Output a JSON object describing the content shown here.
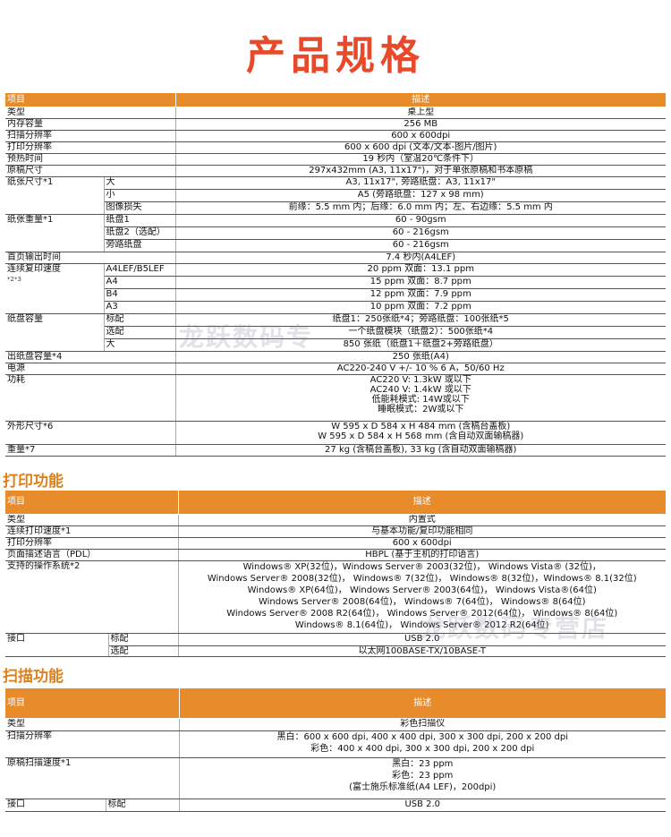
{
  "page_title": "产品规格",
  "watermark": {
    "text1": "龙跃数码专",
    "text2": "龙跃数码专营店"
  },
  "basic": {
    "header": {
      "label": "项目",
      "value": "描述"
    },
    "type": {
      "label": "类型",
      "value": "桌上型"
    },
    "memory": {
      "label": "内存容量",
      "value": "256 MB"
    },
    "scan_res": {
      "label": "扫描分辨率",
      "value": "600 x 600dpi"
    },
    "print_res": {
      "label": "打印分辨率",
      "value": "600 x 600 dpi (文本/文本-图片/图片)"
    },
    "warmup": {
      "label": "预热时间",
      "value": "19 秒内（室温20℃条件下）"
    },
    "original": {
      "label": "原稿尺寸",
      "value": "297x432mm (A3, 11x17\")，对于单张原稿和书本原稿"
    },
    "paper_size": {
      "label": "纸张尺寸*1",
      "max_label": "大",
      "max_value": "A3, 11x17\", 旁路纸盘：A3, 11x17\"",
      "min_label": "小",
      "min_value": "A5 (旁路纸盘：127 x 98 mm)",
      "loss_label": "图像损失",
      "loss_value": "前缘：5.5 mm 内；后缘：6.0 mm 内；左、右边缘：5.5 mm 内"
    },
    "paper_weight": {
      "label": "纸张重量*1",
      "t1_label": "纸盘1",
      "t1_value": "60 - 90gsm",
      "t2_label": "纸盘2（选配）",
      "t2_value": "60 - 216gsm",
      "bp_label": "旁路纸盘",
      "bp_value": "60 - 216gsm"
    },
    "first_copy": {
      "label": "首页输出时间",
      "value": "7.4 秒内(A4LEF)"
    },
    "speed": {
      "label": "连续复印速度",
      "note": "*2*3",
      "r1_label": "A4LEF/B5LEF",
      "r1_value": "20 ppm  双面：13.1  ppm",
      "r2_label": "A4",
      "r2_value": "15 ppm  双面：8.7 ppm",
      "r3_label": "B4",
      "r3_value": "12 ppm  双面：7.9 ppm",
      "r4_label": "A3",
      "r4_value": "10 ppm  双面：7.2 ppm"
    },
    "capacity": {
      "label": "纸盘容量",
      "r1_label": "标配",
      "r1_value": "纸盘1：250张纸*4；旁路纸盘：100张纸*5",
      "r2_label": "选配",
      "r2_value": "一个纸盘模块（纸盘2）：500张纸*4",
      "r3_label": "大",
      "r3_value": "850 张纸（纸盘1＋纸盘2+旁路纸盘）"
    },
    "output": {
      "label": "出纸盘容量*4",
      "value": "250 张纸(A4)"
    },
    "power": {
      "label": "电源",
      "value": "AC220-240 V +/- 10 % 6 A，50/60 Hz"
    },
    "consumption": {
      "label": "功耗",
      "v1": "AC220 V: 1.3kW 或以下",
      "v2": "AC240 V: 1.4kW 或以下",
      "v3": "低能耗模式: 14W或以下",
      "v4": "睡眠模式：2W或以下"
    },
    "dimensions": {
      "label": "外形尺寸*6",
      "v1": "W 595 x D 584 x H 484 mm (含稿台盖板)",
      "v2": "W 595 x D 584 x H 568 mm (含自动双面输稿器)"
    },
    "weight": {
      "label": "重量*7",
      "value": "27 kg (含稿台盖板), 33 kg (含自动双面输稿器)"
    }
  },
  "print": {
    "section_title": "打印功能",
    "header": {
      "label": "项目",
      "value": "描述"
    },
    "type": {
      "label": "类型",
      "value": "内置式"
    },
    "speed": {
      "label": "连续打印速度*1",
      "value": "与基本功能/复印功能相同"
    },
    "res": {
      "label": "打印分辨率",
      "value": "600 x 600dpi"
    },
    "pdl": {
      "label": "页面描述语言（PDL）",
      "value": "HBPL (基于主机的打印语言)"
    },
    "os": {
      "label": "支持的操作系统*2",
      "lines": [
        "Windows® XP(32位)，Windows Server® 2003(32位)，  Windows Vista® (32位)，",
        "Windows Server® 2008(32位)，  Windows® 7(32位)，  Windows® 8(32位)，Windows® 8.1(32位)",
        "Windows® XP(64位)，  Windows Server® 2003(64位)，  Windows Vista®(64位)",
        "Windows Server® 2008(64位)，   Windows® 7(64位)，   Windows® 8(64位)",
        "Windows Server® 2008 R2(64位)，  Windows Server® 2012(64位)，  Windows® 8(64位)",
        "Windows® 8.1(64位)，  Windows Server® 2012 R2(64位)"
      ]
    },
    "interface": {
      "label": "接口",
      "r1_label": "标配",
      "r1_value": "USB 2.0",
      "r2_label": "选配",
      "r2_value": "以太网100BASE-TX/10BASE-T"
    }
  },
  "scan": {
    "section_title": "扫描功能",
    "header": {
      "label": "项目",
      "value": "描述"
    },
    "type": {
      "label": "类型",
      "value": "彩色扫描仪"
    },
    "res": {
      "label": "扫描分辨率",
      "v1": "黑白：600 x 600 dpi, 400 x 400 dpi, 300 x 300 dpi, 200 x 200 dpi",
      "v2": "彩色：400 x 400 dpi, 300 x 300 dpi, 200 x 200 dpi"
    },
    "speed": {
      "label": "原稿扫描速度*1",
      "v1": "黑白：23 ppm",
      "v2": "彩色：23 ppm",
      "v3": "(富士施乐标准纸(A4 LEF)，200dpi)"
    },
    "interface": {
      "label": "接口",
      "sub_label": "标配",
      "value": "USB 2.0"
    }
  }
}
